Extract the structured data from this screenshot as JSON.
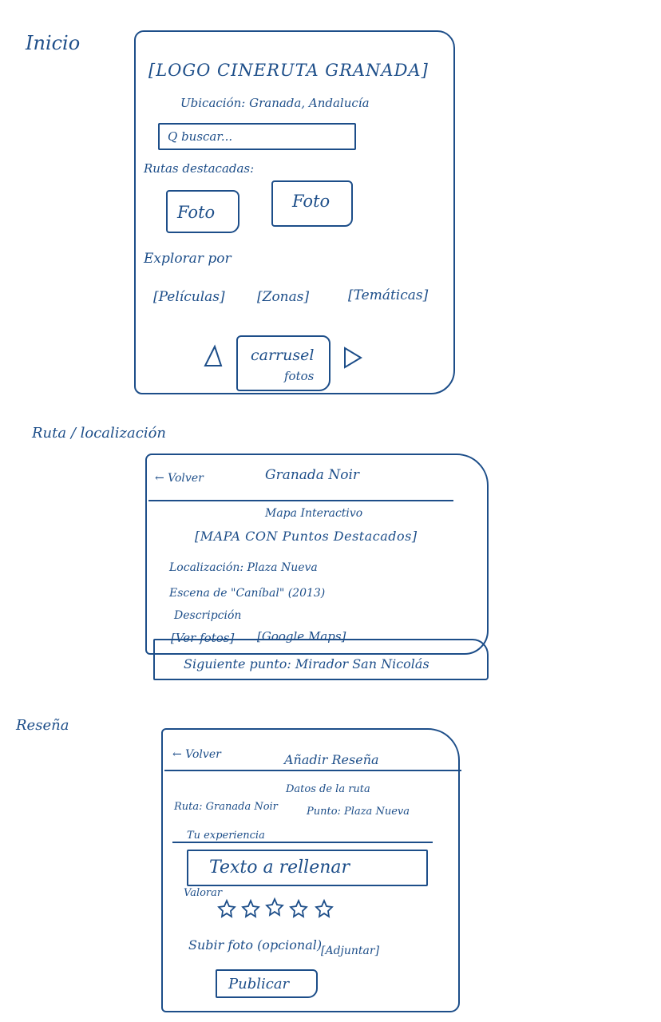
{
  "sections": {
    "home": "Inicio",
    "route": "Ruta / localización",
    "review": "Reseña"
  },
  "home": {
    "logo": "[LOGO CINERUTA GRANADA]",
    "location": "Ubicación: Granada, Andalucía",
    "search_placeholder": "Q buscar...",
    "featured_title": "Rutas destacadas:",
    "photo1": "Foto",
    "photo2": "Foto",
    "explore_title": "Explorar por",
    "filter_movies": "[Películas]",
    "filter_zones": "[Zonas]",
    "filter_themes": "[Temáticas]",
    "carousel_line1": "carrusel",
    "carousel_line2": "fotos"
  },
  "route": {
    "back": "← Volver",
    "title": "Granada Noir",
    "map_title": "Mapa Interactivo",
    "map_content": "[MAPA CON Puntos Destacados]",
    "location": "Localización: Plaza Nueva",
    "scene": "Escena de \"Caníbal\" (2013)",
    "description": "Descripción",
    "btn_photos": "[Ver fotos]",
    "btn_maps": "[Google Maps]",
    "next": "Siguiente punto: Mirador San Nicolás"
  },
  "review": {
    "back": "← Volver",
    "title": "Añadir Reseña",
    "data_title": "Datos de la ruta",
    "route": "Ruta: Granada Noir",
    "point": "Punto: Plaza Nueva",
    "experience_label": "Tu experiencia",
    "textarea_text": "Texto a rellenar",
    "rating_label": "Valorar",
    "rating_stars": 5,
    "upload_label": "Subir foto (opcional)",
    "attach_button": "[Adjuntar]",
    "publish_button": "Publicar"
  }
}
